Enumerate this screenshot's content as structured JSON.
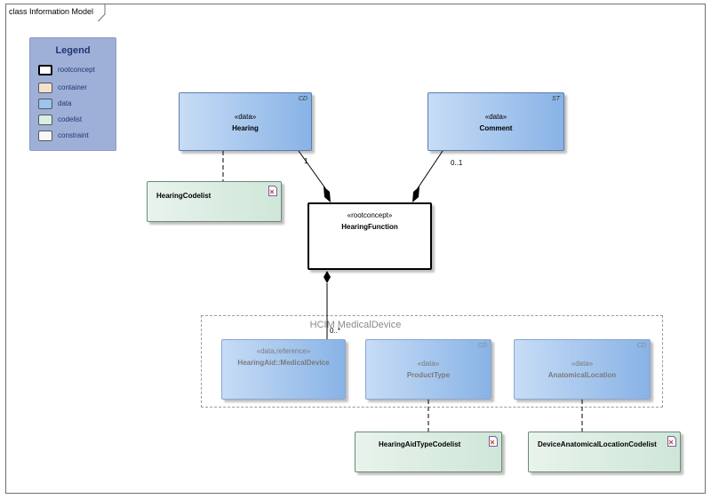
{
  "diagram": {
    "title": "class Information Model"
  },
  "legend": {
    "title": "Legend",
    "items": [
      {
        "label": "rootconcept",
        "color": "#ffffff"
      },
      {
        "label": "container",
        "color": "#f3e1cb"
      },
      {
        "label": "data",
        "color": "#9dc3ef"
      },
      {
        "label": "codelist",
        "color": "#d9efe3"
      },
      {
        "label": "constraint",
        "color": "#f7f7f7"
      }
    ]
  },
  "classes": {
    "hearing": {
      "stereotype": "«data»",
      "name": "Hearing",
      "tag": "CD"
    },
    "comment": {
      "stereotype": "«data»",
      "name": "Comment",
      "tag": "ST"
    },
    "hearing_codelist": {
      "name": "HearingCodelist"
    },
    "hearing_function": {
      "stereotype": "«rootconcept»",
      "name": "HearingFunction"
    },
    "medical_device": {
      "stereotype": "«data,reference»",
      "name": "HearingAid::MedicalDevice"
    },
    "product_type": {
      "stereotype": "«data»",
      "name": "ProductType",
      "tag": "CD"
    },
    "anatomical_location": {
      "stereotype": "«data»",
      "name": "AnatomicalLocation",
      "tag": "CD"
    },
    "hearing_aid_type_codelist": {
      "name": "HearingAidTypeCodelist"
    },
    "device_anatomical_location_codelist": {
      "name": "DeviceAnatomicalLocationCodelist"
    }
  },
  "package": {
    "name": "HCIM MedicalDevice"
  },
  "multiplicities": {
    "hearing": "1",
    "comment": "0..1",
    "medical_device": "0..*"
  }
}
